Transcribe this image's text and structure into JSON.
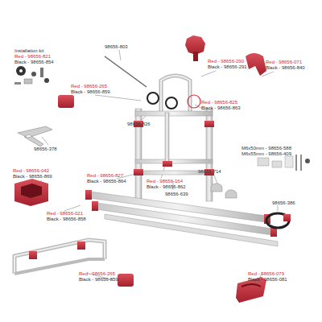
{
  "diagram": {
    "labels": [
      "Installation kit",
      "Red - 98656-821",
      "Black - 98656-854",
      "98656-803",
      "Red - 98656-290",
      "Black - 98656-291",
      "Red - 98656-071",
      "Black - 98656-840",
      "Red - 98656-265",
      "Black - 98656-859",
      "Red - 98656-825",
      "Black - 98656-863",
      "98656-826",
      "98656-378",
      "M6x50mm - 98656-588",
      "M6x55mm - 98656-409",
      "Red - 98656-042",
      "Black - 98656-869",
      "98656-714",
      "Red - 98656-827",
      "Black - 98656-864",
      "Red - 98656-164",
      "Black - 98656-862",
      "98656-639",
      "98656-386",
      "Red - 98656-021",
      "Black - 98656-858",
      "Red - 98656-265",
      "Black - 98656-859",
      "Red - 98656-079",
      "Black - 98656-081"
    ]
  }
}
